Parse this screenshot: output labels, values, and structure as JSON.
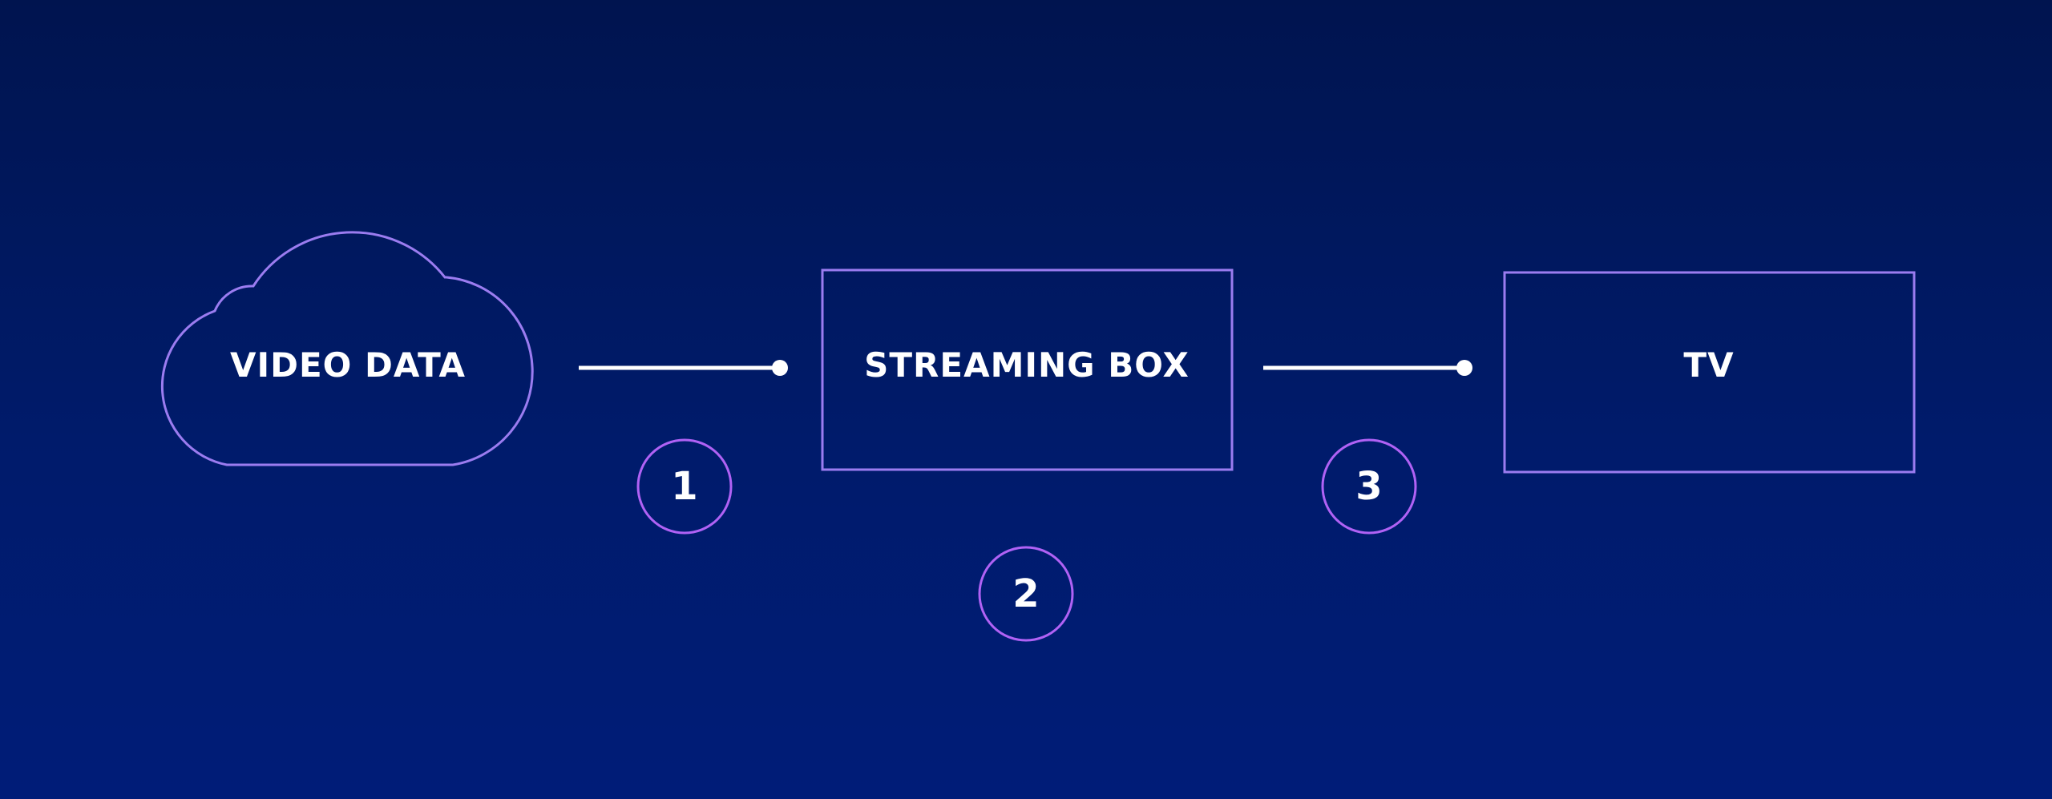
{
  "diagram": {
    "nodes": {
      "video_data": {
        "label": "VIDEO DATA"
      },
      "streaming_box": {
        "label": "STREAMING BOX"
      },
      "tv": {
        "label": "TV"
      }
    },
    "steps": [
      {
        "label": "1"
      },
      {
        "label": "2"
      },
      {
        "label": "3"
      }
    ]
  },
  "colors": {
    "background_top": "#00144f",
    "background_bottom": "#001c78",
    "node_outline": "#9b7cf0",
    "step_outline": "#b062f5",
    "connector": "#ffffff",
    "text": "#ffffff"
  }
}
